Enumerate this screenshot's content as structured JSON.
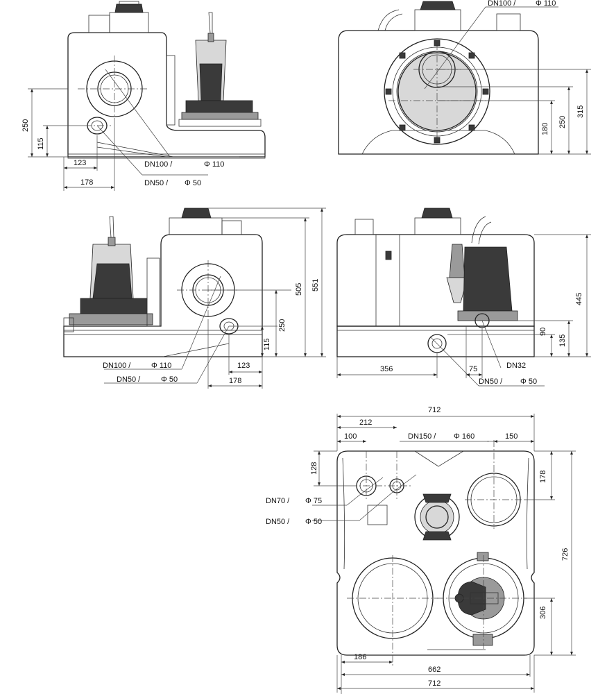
{
  "top_left": {
    "dim_a": "DN100 /",
    "dim_a_phi": "Φ 110",
    "dim_b": "DN50 /",
    "dim_b_phi": "Φ 50",
    "h_250": "250",
    "h_115": "115",
    "w_123": "123",
    "w_178": "178"
  },
  "top_right": {
    "dim_a": "DN100 /",
    "dim_a_phi": "Φ 110",
    "h_180": "180",
    "h_250": "250",
    "h_315": "315"
  },
  "mid_left": {
    "dim_a": "DN100 /",
    "dim_a_phi": "Φ 110",
    "dim_b": "DN50 /",
    "dim_b_phi": "Φ 50",
    "h_250": "250",
    "h_115": "115",
    "h_505": "505",
    "h_551": "551",
    "w_123": "123",
    "w_178": "178"
  },
  "mid_right": {
    "h_445": "445",
    "h_90": "90",
    "h_135": "135",
    "w_356": "356",
    "w_75": "75",
    "dn32": "DN32",
    "dim_b": "DN50 /",
    "dim_b_phi": "Φ 50"
  },
  "plan": {
    "w_712_top": "712",
    "w_212": "212",
    "w_100": "100",
    "dim_c": "DN150 /",
    "dim_c_phi": "Φ 160",
    "w_150": "150",
    "h_128": "128",
    "h_178": "178",
    "dim_d": "DN70 /",
    "dim_d_phi": "Φ 75",
    "dim_b": "DN50 /",
    "dim_b_phi": "Φ 50",
    "h_726": "726",
    "h_306": "306",
    "w_186": "186",
    "w_662": "662",
    "w_712_bottom": "712"
  }
}
